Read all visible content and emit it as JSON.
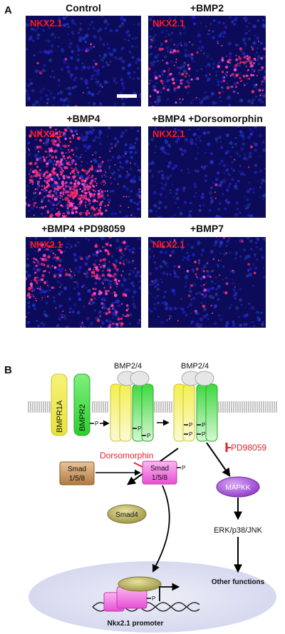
{
  "panel_a": {
    "letter": "A",
    "marker": "NKX2.1",
    "panels": [
      {
        "title": "Control",
        "signal": 0.02
      },
      {
        "title": "+BMP2",
        "signal": 0.3
      },
      {
        "title": "+BMP4",
        "signal": 1.0
      },
      {
        "title": "+BMP4 +Dorsomorphin",
        "signal": 0.01
      },
      {
        "title": "+BMP4 +PD98059",
        "signal": 0.45
      },
      {
        "title": "+BMP7",
        "signal": 0.08
      }
    ]
  },
  "panel_b": {
    "letter": "B",
    "labels": {
      "bmpr1a": "BMPR1A",
      "bmpr2": "BMPR2",
      "ligand_1": "BMP2/4",
      "ligand_2": "BMP2/4",
      "p": "P",
      "dorsomorphin": "Dorsomorphin",
      "pd98059": "PD98059",
      "smad_left_1": "Smad",
      "smad_left_2": "1/5/8",
      "smad_right_1": "Smad",
      "smad_right_2": "1/5/8",
      "smad4": "Smad4",
      "mapkk": "MAPKK",
      "erk": "ERK/p38/JNK",
      "other": "Other functions",
      "promoter": "Nkx2.1 promoter"
    },
    "colors": {
      "inhibitor": "#e8202a",
      "mapkk": "#a64ad9",
      "smad4": "#a9a04a",
      "smad_inactive": "#c9955b",
      "smad_active": "#f25fe0",
      "receptor_type1": "#f4f04a",
      "receptor_type2": "#3fe03f",
      "nucleus": "#dfe1f4"
    }
  }
}
